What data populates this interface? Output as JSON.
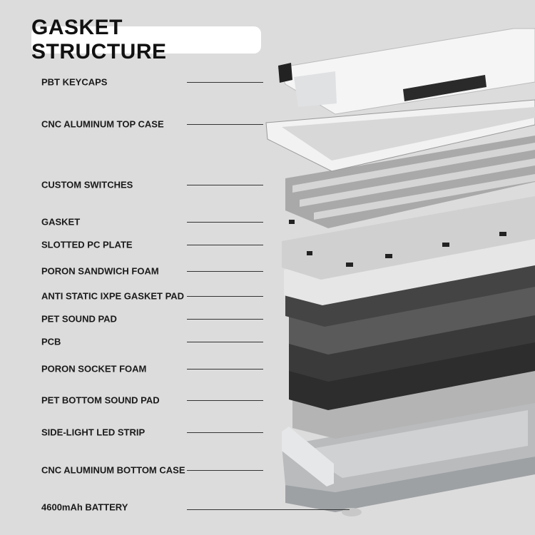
{
  "title": "GASKET STRUCTURE",
  "layers": [
    {
      "label": "PBT KEYCAPS"
    },
    {
      "label": "CNC ALUMINUM TOP CASE"
    },
    {
      "label": "CUSTOM SWITCHES"
    },
    {
      "label": "GASKET"
    },
    {
      "label": "SLOTTED PC PLATE"
    },
    {
      "label": "PORON SANDWICH FOAM"
    },
    {
      "label": "ANTI STATIC IXPE GASKET PAD"
    },
    {
      "label": "PET SOUND PAD"
    },
    {
      "label": "PCB"
    },
    {
      "label": "PORON SOCKET FOAM"
    },
    {
      "label": "PET BOTTOM SOUND PAD"
    },
    {
      "label": "SIDE-LIGHT LED STRIP"
    },
    {
      "label": "CNC ALUMINUM BOTTOM CASE"
    },
    {
      "label": "4600mAh BATTERY"
    }
  ]
}
